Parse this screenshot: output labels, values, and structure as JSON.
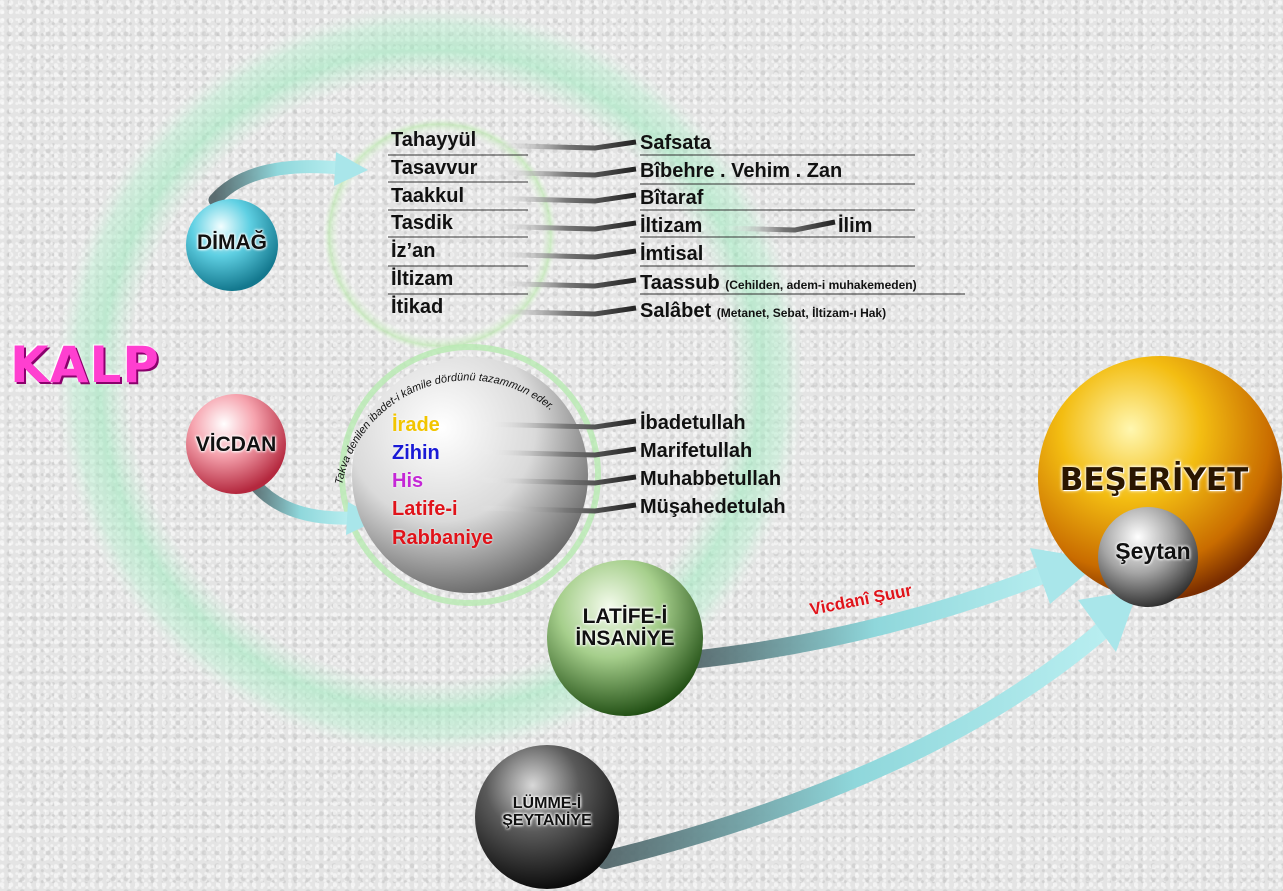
{
  "title": "KALP",
  "dimag": "DİMAĞ",
  "vicdan": "VİCDAN",
  "dimag_terms": [
    {
      "left": "Tahayyül",
      "right": "Safsata",
      "note": ""
    },
    {
      "left": "Tasavvur",
      "right": "Bîbehre . Vehim . Zan",
      "note": ""
    },
    {
      "left": "Taakkul",
      "right": "Bîtaraf",
      "note": ""
    },
    {
      "left": "Tasdik",
      "right": "İltizam",
      "note": ""
    },
    {
      "left": "İz’an",
      "right": "İmtisal",
      "note": ""
    },
    {
      "left": "İltizam",
      "right": "Taassub",
      "note": "(Cehilden, adem-i muhakemeden)"
    },
    {
      "left": "İtikad",
      "right": "Salâbet",
      "note": "(Metanet, Sebat, İltizam-ı Hak)"
    }
  ],
  "ilim": "İlim",
  "vicdan_terms": [
    {
      "left": "İrade",
      "right": "İbadetullah",
      "color": "#f2c500"
    },
    {
      "left": "Zihin",
      "right": "Marifetullah",
      "color": "#1a1ad6"
    },
    {
      "left": "His",
      "right": "Muhabbetullah",
      "color": "#c427d6"
    },
    {
      "left": "Latife-i",
      "right": "Müşahedetulah",
      "color": "#e0131a"
    },
    {
      "left": "Rabbaniye",
      "right": "",
      "color": "#e0131a"
    }
  ],
  "arc_text": "Takva denilen ibadet-i kâmile dördünü tazammun eder.",
  "latife_insaniye": [
    "LATİFE-İ",
    "İNSANİYE"
  ],
  "lumme_seytaniye": [
    "LÜMME-İ",
    "ŞEYTANİYE"
  ],
  "beseriyet": "BEŞERİYET",
  "seytan": "Şeytan",
  "vicdani_suur": "Vicdanî Şuur",
  "colors": {
    "kalp": "#ff3fd0",
    "dimag_sphere": "#4fc6da",
    "vicdan_sphere": "#f27e8e",
    "latife_sphere": "#3f7f2a",
    "lumme_sphere": "#2b2b2b",
    "beseriyet_sphere": "#e6a300",
    "halo": "#8fe8b4",
    "arrow": "#7fd3d6"
  }
}
